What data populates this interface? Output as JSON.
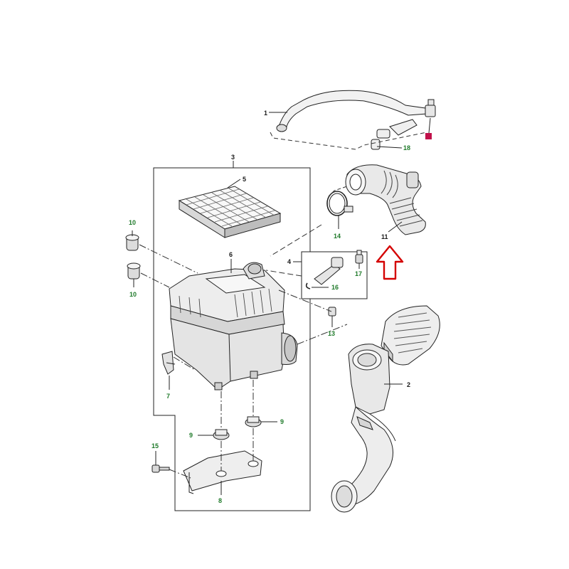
{
  "diagram": {
    "labels": {
      "p1": "1",
      "p2": "2",
      "p3": "3",
      "p4": "4",
      "p5": "5",
      "p6": "6",
      "p7": "7",
      "p8": "8",
      "p9a": "9",
      "p9b": "9",
      "p10a": "10",
      "p10b": "10",
      "p11": "11",
      "p13": "13",
      "p14": "14",
      "p15": "15",
      "p16": "16",
      "p17": "17",
      "p18": "18"
    },
    "colors": {
      "line": "#222222",
      "part_fill": "#f2f2f2",
      "part_shade": "#cfcfcf",
      "label_dark": "#1a1a1a",
      "label_green": "#1f7a2a",
      "arrow": "#d40000",
      "marker": "#c0104a"
    },
    "icons": [
      "up-arrow-indicator",
      "red-square-marker"
    ]
  }
}
